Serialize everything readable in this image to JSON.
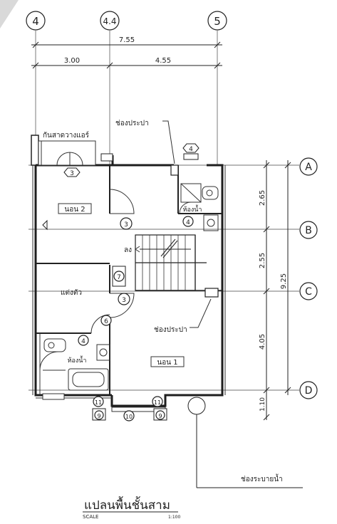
{
  "grid": {
    "col_4": "4",
    "col_44": "4.4",
    "col_5": "5",
    "row_a": "A",
    "row_b": "B",
    "row_c": "C",
    "row_d": "D"
  },
  "dimensions": {
    "overall_width": "7.55",
    "width_left": "3.00",
    "width_right": "4.55",
    "overall_depth": "9.25",
    "ab": "2.65",
    "bc": "2.55",
    "cd": "4.05",
    "d_ext": "1.10"
  },
  "rooms": {
    "bedroom2": "นอน 2",
    "bedroom1": "นอน 1",
    "wardrobe": "แต่งตัว",
    "bath_upper": "ห้องน้ำ",
    "bath_lower": "ห้องน้ำ"
  },
  "labels": {
    "ac_shelf": "กันสาดวางแอร์",
    "pipe_shaft_top": "ช่องประปา",
    "pipe_shaft_mid": "ช่องประปา",
    "stair_down": "ลง",
    "drain": "ช่องระบายน้ำ"
  },
  "tags": {
    "t3a": "3",
    "t4a": "4",
    "t4b": "4",
    "t3b": "3",
    "t7": "7",
    "t3c": "3",
    "t6": "6",
    "t4c": "4",
    "t11a": "11",
    "t9a": "9",
    "t10": "10",
    "t11b": "11",
    "t9b": "9"
  },
  "title": {
    "main": "แปลนพื้นชั้นสาม",
    "scale_word": "SCALE",
    "scale_value": "1:100"
  }
}
